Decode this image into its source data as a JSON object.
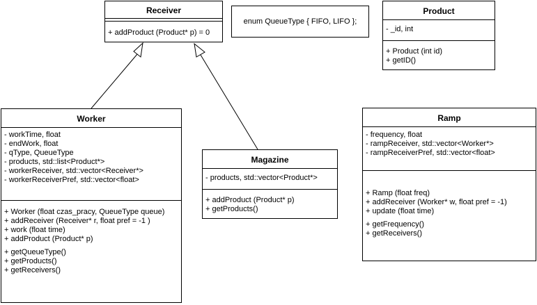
{
  "receiver": {
    "title": "Receiver",
    "methods": [
      "+ addProduct (Product* p) = 0"
    ]
  },
  "enum_note": "enum QueueType { FIFO, LIFO };",
  "product": {
    "title": "Product",
    "fields": [
      "- _id, int"
    ],
    "methods": [
      "+ Product (int id)",
      "+ getID()"
    ]
  },
  "worker": {
    "title": "Worker",
    "fields": [
      "- workTime, float",
      "- endWork, float",
      "- qType, QueueType",
      "- products, std::list<Product*>",
      "- workerReceiver, std::vector<Receiver*>",
      "- workerReceiverPref, std::vector<float>"
    ],
    "methods": [
      "+ Worker (float czas_pracy, QueueType queue)",
      "+ addReceiver (Receiver* r, float pref = -1 )",
      "+ work (float time)",
      "+ addProduct (Product* p)"
    ],
    "getters": [
      "+ getQueueType()",
      "+ getProducts()",
      "+ getReceivers()"
    ]
  },
  "magazine": {
    "title": "Magazine",
    "fields": [
      "- products, std::vector<Product*>"
    ],
    "methods": [
      "+ addProduct (Product* p)",
      "+ getProducts()"
    ]
  },
  "ramp": {
    "title": "Ramp",
    "fields": [
      "- frequency, float",
      "- rampReceiver, std::vector<Worker*>",
      "- rampReceiverPref, std::vector<float>"
    ],
    "methods": [
      "+ Ramp (float freq)",
      "+ addReceiver (Worker* w, float pref = -1)",
      "+ update (float time)"
    ],
    "getters": [
      "+ getFrequency()",
      "+ getReceivers()"
    ]
  },
  "relations": [
    {
      "type": "inheritance",
      "from": "Worker",
      "to": "Receiver"
    },
    {
      "type": "inheritance",
      "from": "Magazine",
      "to": "Receiver"
    }
  ]
}
